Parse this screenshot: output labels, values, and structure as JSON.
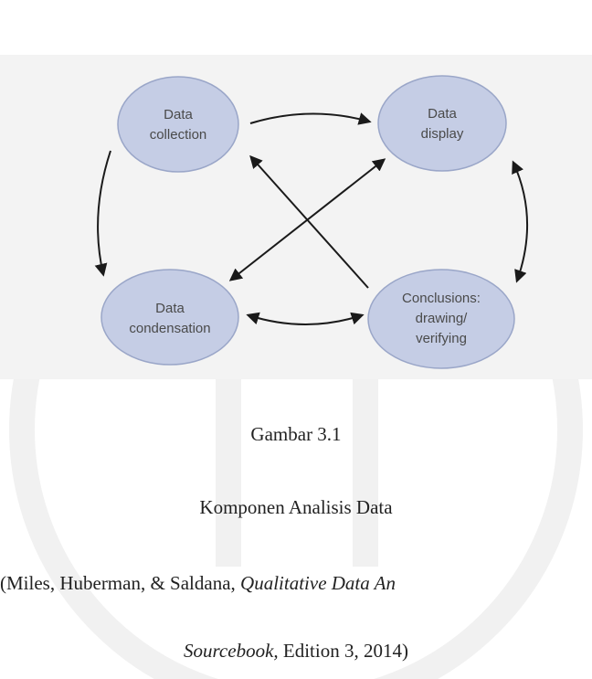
{
  "diagram": {
    "nodes": {
      "data_collection": [
        "Data",
        "collection"
      ],
      "data_display": [
        "Data",
        "display"
      ],
      "data_condensation": [
        "Data",
        "condensation"
      ],
      "conclusions": [
        "Conclusions:",
        "drawing/",
        "verifying"
      ]
    },
    "colors": {
      "node_fill": "#c5cde5",
      "node_stroke": "#9aa6c8",
      "arrow": "#1a1a1a",
      "panel": "#f3f3f3"
    }
  },
  "caption": {
    "number": "Gambar 3.1",
    "title": "Komponen Analisis Data",
    "source_prefix": "(Miles, Huberman, & Saldana, ",
    "source_book_line1": "Qualitative Data An",
    "source_book_line2": "Sourcebook,",
    "source_suffix": " Edition 3, 2014)"
  }
}
